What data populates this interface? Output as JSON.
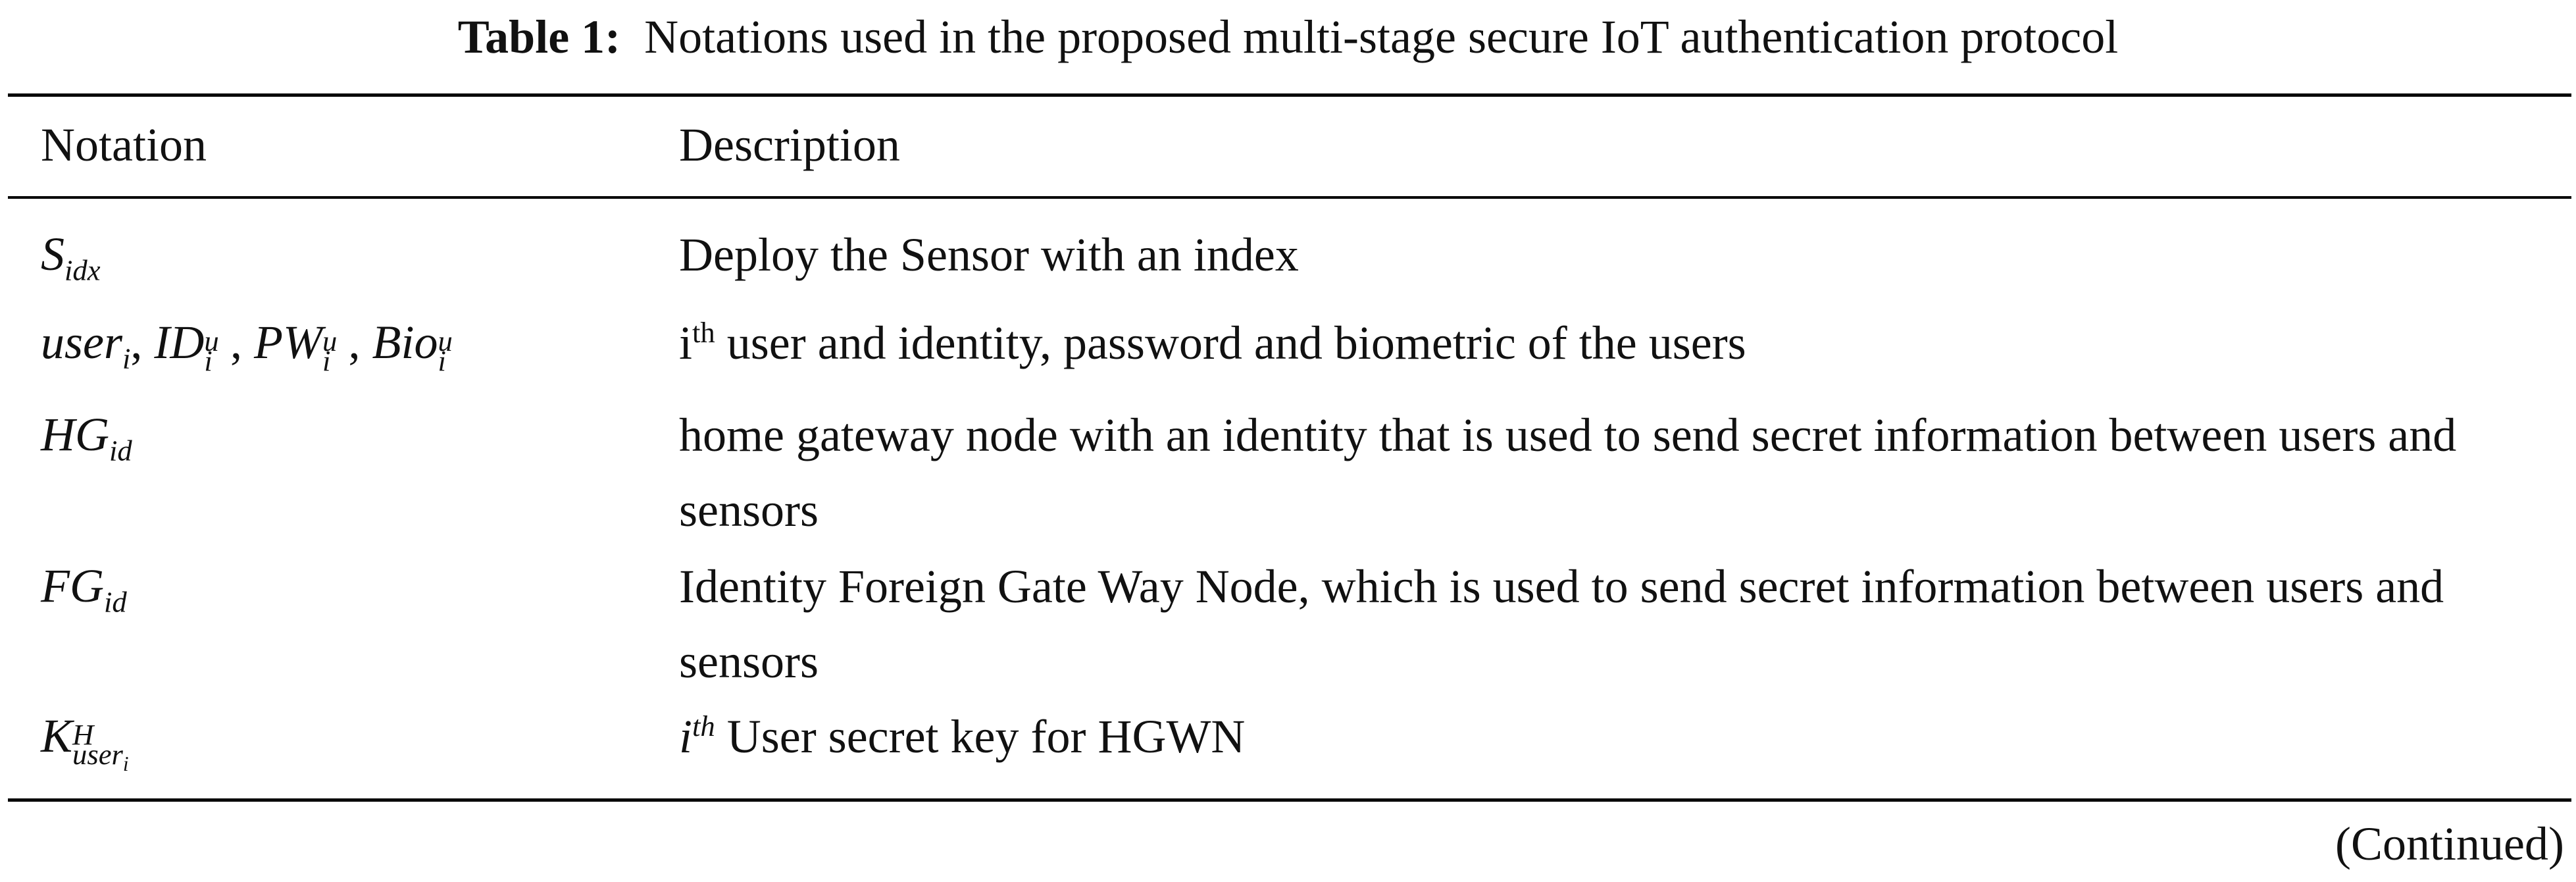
{
  "caption": {
    "label": "Table 1:",
    "text": "Notations used in the proposed multi-stage secure IoT authentication protocol"
  },
  "table": {
    "headers": {
      "notation": "Notation",
      "description": "Description"
    },
    "rows": [
      {
        "notation": {
          "base": "S",
          "sub": "idx"
        },
        "description": "Deploy the Sensor with an index"
      },
      {
        "notation": {
          "parts": [
            {
              "base": "user",
              "sub": "i",
              "sep": ", "
            },
            {
              "base": "ID",
              "sup": "u",
              "sub": "i",
              "sep": ", "
            },
            {
              "base": "PW",
              "sup": "u",
              "sub": "i",
              "sep": ", "
            },
            {
              "base": "Bio",
              "sup": "u",
              "sub": "i",
              "sep": ""
            }
          ]
        },
        "description_lead": "i",
        "description_lead_sup": "th",
        "description": " user and identity, password and biometric of the users"
      },
      {
        "notation": {
          "base": "HG",
          "sub": "id"
        },
        "description": "home gateway node with an identity that is used to send secret information between users and sensors"
      },
      {
        "notation": {
          "base": "FG",
          "sub": "id"
        },
        "description": "Identity Foreign Gate Way Node, which is used to send secret information between users and sensors"
      },
      {
        "notation": {
          "base": "K",
          "sup": "H",
          "sub": "user",
          "subsub": "i"
        },
        "description_lead": "i",
        "description_lead_sup": "th",
        "description": " User secret key for HGWN"
      }
    ]
  },
  "footer": {
    "continued": "(Continued)"
  }
}
